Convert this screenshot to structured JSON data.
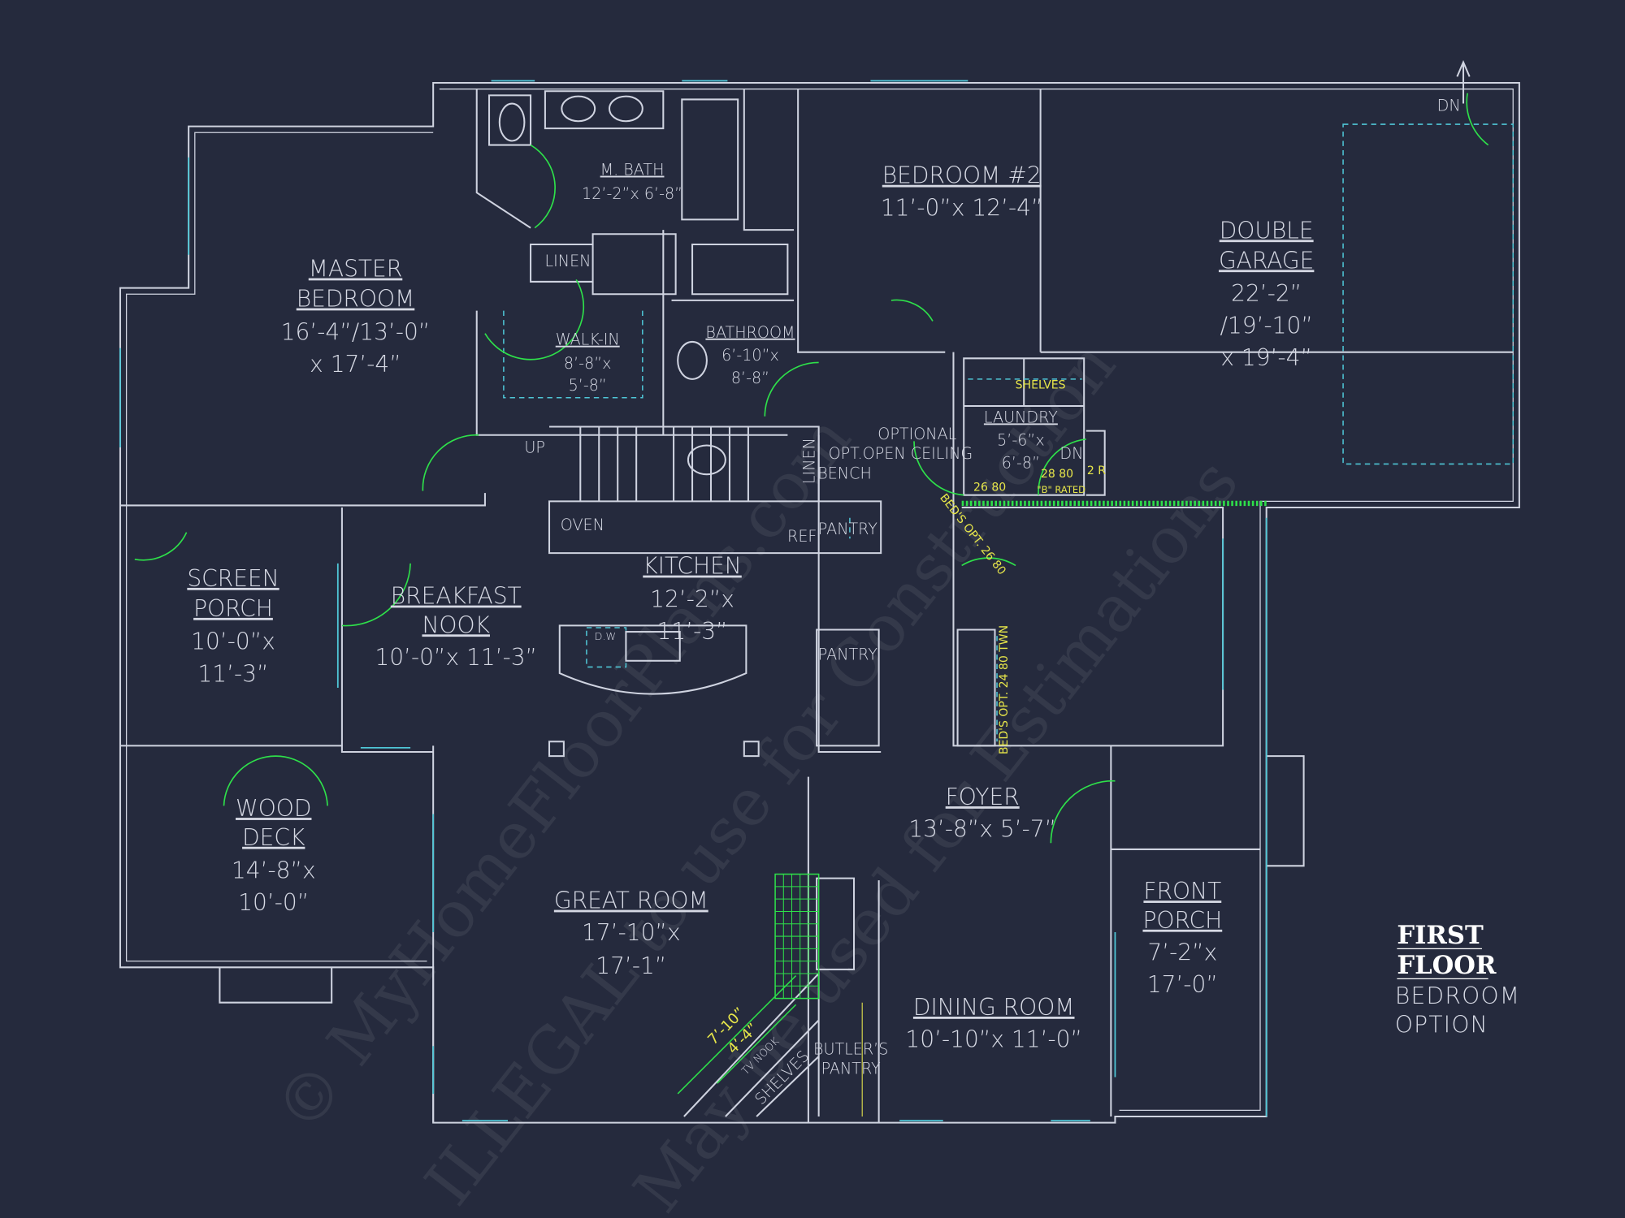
{
  "watermarks": [
    "© MyHomeFloorPlans.com",
    "ILLEGAL to use for Construction",
    "May be used for Estimations"
  ],
  "plan_title": {
    "line1": "FIRST",
    "line2": "FLOOR",
    "line3": "BEDROOM",
    "line4": "OPTION"
  },
  "rooms": {
    "master_bedroom": {
      "name1": "MASTER",
      "name2": "BEDROOM",
      "dim1": "16’-4”/13’-0”",
      "dim2": "x 17’-4”"
    },
    "master_bath": {
      "name": "M. BATH",
      "dim": "12’-2”x 6’-8”"
    },
    "linen_1": {
      "name": "LINEN"
    },
    "walk_in": {
      "name": "WALK-IN",
      "dim1": "8’-8”x",
      "dim2": "5’-8”"
    },
    "bathroom": {
      "name": "BATHROOM",
      "dim1": "6’-10”x",
      "dim2": "8’-8”"
    },
    "bedroom_2": {
      "name": "BEDROOM #2",
      "dim": "11’-0”x 12’-4”"
    },
    "garage": {
      "name1": "DOUBLE",
      "name2": "GARAGE",
      "dim1": "22’-2”",
      "dim2": "/19’-10”",
      "dim3": "x 19’-4”",
      "dn": "DN"
    },
    "laundry": {
      "name": "LAUNDRY",
      "dim1": "5’-6”x",
      "dim2": "6’-8”",
      "shelves": "SHELVES",
      "dn": "DN",
      "door1": "26 80",
      "door2": "28 80",
      "rated": "\"B\" RATED",
      "risers": "2 R"
    },
    "optional": {
      "line1": "OPTIONAL",
      "line2": "OPT.OPEN CEILING",
      "bench": "BENCH",
      "linen": "LINEN"
    },
    "stairs": {
      "up": "UP"
    },
    "kitchen": {
      "name": "KITCHEN",
      "dim1": "12’-2”x",
      "dim2": "11’-3”",
      "oven": "OVEN",
      "ref": "REF",
      "pantry": "PANTRY",
      "dw": "D.W"
    },
    "screen_porch": {
      "name1": "SCREEN",
      "name2": "PORCH",
      "dim1": "10’-0”x",
      "dim2": "11’-3”"
    },
    "breakfast_nook": {
      "name1": "BREAKFAST",
      "name2": "NOOK",
      "dim": "10’-0”x 11’-3”"
    },
    "pantry_2": {
      "name": "PANTRY"
    },
    "bed_option": {
      "door1": "BED'S OPT. 26 80",
      "door2": "BED'S OPT. 24 80 TWN"
    },
    "foyer": {
      "name": "FOYER",
      "dim": "13’-8”x 5’-7”"
    },
    "wood_deck": {
      "name1": "WOOD",
      "name2": "DECK",
      "dim1": "14’-8”x",
      "dim2": "10’-0”"
    },
    "great_room": {
      "name": "GREAT ROOM",
      "dim1": "17’-10”x",
      "dim2": "17’-1”",
      "dim_outer": "7’-10”",
      "dim_inner": "4’-4”",
      "tv1": "TV NOOK",
      "tv2": "SHELVES"
    },
    "dining_room": {
      "name": "DINING ROOM",
      "dim": "10’-10”x 11’-0”"
    },
    "butlers_pantry": {
      "name1": "BUTLER’S",
      "name2": "PANTRY"
    },
    "front_porch": {
      "name1": "FRONT",
      "name2": "PORCH",
      "dim1": "7’-2”x",
      "dim2": "17’-0”"
    }
  }
}
